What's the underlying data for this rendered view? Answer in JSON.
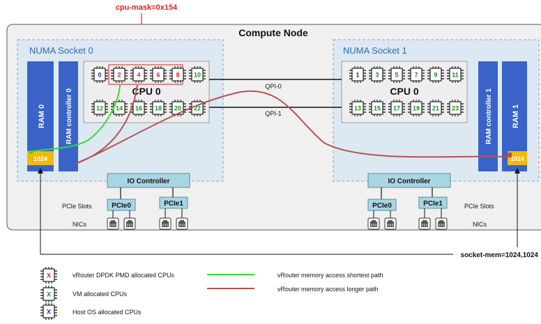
{
  "top_annotation": "cpu-mask=0x154",
  "node_title": "Compute Node",
  "sockets": [
    {
      "title": "NUMA Socket 0",
      "cpu_label": "CPU 0",
      "ram_label": "RAM 0",
      "ram_controller_label": "RAM controller 0",
      "ram_value": "1024",
      "cores_top": [
        {
          "n": "0",
          "kind": "host"
        },
        {
          "n": "2",
          "kind": "vrouter"
        },
        {
          "n": "4",
          "kind": "vrouter"
        },
        {
          "n": "6",
          "kind": "vrouter"
        },
        {
          "n": "8",
          "kind": "vrouter"
        },
        {
          "n": "10",
          "kind": "vm"
        }
      ],
      "cores_bottom": [
        {
          "n": "12",
          "kind": "vm"
        },
        {
          "n": "14",
          "kind": "vm"
        },
        {
          "n": "16",
          "kind": "vm"
        },
        {
          "n": "18",
          "kind": "vm"
        },
        {
          "n": "20",
          "kind": "vm"
        },
        {
          "n": "22",
          "kind": "vm"
        }
      ],
      "io_label": "IO Controller",
      "pcie": [
        "PCIe0",
        "PCIe1"
      ],
      "slots_label": "PCIe Slots",
      "nics_label": "NICs"
    },
    {
      "title": "NUMA Socket 1",
      "cpu_label": "CPU 0",
      "ram_label": "RAM 1",
      "ram_controller_label": "RAM controller 1",
      "ram_value": "1024",
      "cores_top": [
        {
          "n": "1",
          "kind": "host"
        },
        {
          "n": "3",
          "kind": "vm"
        },
        {
          "n": "5",
          "kind": "vm"
        },
        {
          "n": "7",
          "kind": "vm"
        },
        {
          "n": "9",
          "kind": "vm"
        },
        {
          "n": "11",
          "kind": "vm"
        }
      ],
      "cores_bottom": [
        {
          "n": "13",
          "kind": "vm"
        },
        {
          "n": "15",
          "kind": "vm"
        },
        {
          "n": "17",
          "kind": "vm"
        },
        {
          "n": "19",
          "kind": "vm"
        },
        {
          "n": "21",
          "kind": "vm"
        },
        {
          "n": "23",
          "kind": "vm"
        }
      ],
      "io_label": "IO Controller",
      "pcie": [
        "PCIe0",
        "PCIe1"
      ],
      "slots_label": "PCIe Slots",
      "nics_label": "NICs"
    }
  ],
  "qpi": [
    "QPI-0",
    "QPI-1"
  ],
  "socket_mem_annotation": "socket-mem=1024,1024",
  "legend": {
    "vrouter_cpus": "vRouter DPDK PMD allocated CPUs",
    "vm_cpus": "VM allocated CPUs",
    "host_cpus": "Host OS allocated  CPUs",
    "short_path": "vRouter memory access shortest path",
    "long_path": "vRouter memory access longer path",
    "chip_symbol": "X"
  },
  "colors": {
    "vrouter": "#e02020",
    "vm": "#1a8a1a",
    "host": "#1a2cc8",
    "ram_blue": "#3a63c9",
    "ram_yellow": "#f2b90c",
    "short_path": "#33dd33",
    "long_path": "#b85050"
  }
}
